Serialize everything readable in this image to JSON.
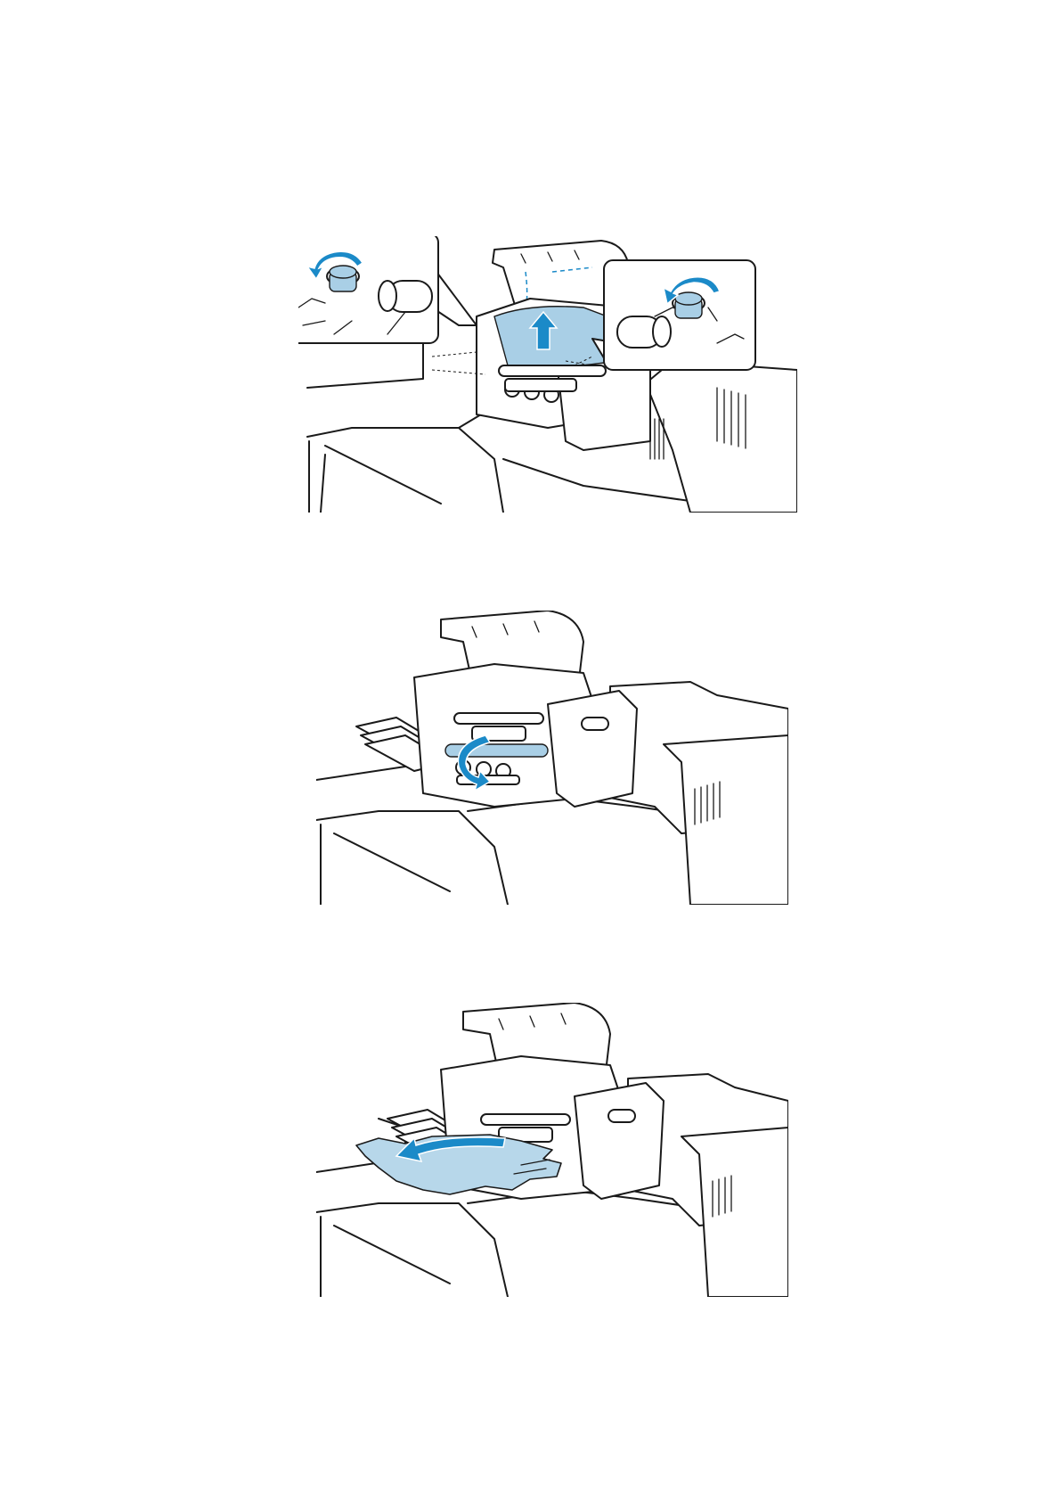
{
  "page": {
    "figures": [
      {
        "name": "figure-1",
        "arrow_icon": "arrow-up-icon",
        "callout_icons": [
          "rotate-ccw-icon",
          "rotate-ccw-icon"
        ]
      },
      {
        "name": "figure-2",
        "arrow_icon": "rotate-down-icon"
      },
      {
        "name": "figure-3",
        "arrow_icon": "arrow-left-icon"
      }
    ]
  },
  "colors": {
    "accent": "#1b8ac8",
    "paper_fill": "#b7d7ea",
    "line": "#1a1a1a"
  }
}
